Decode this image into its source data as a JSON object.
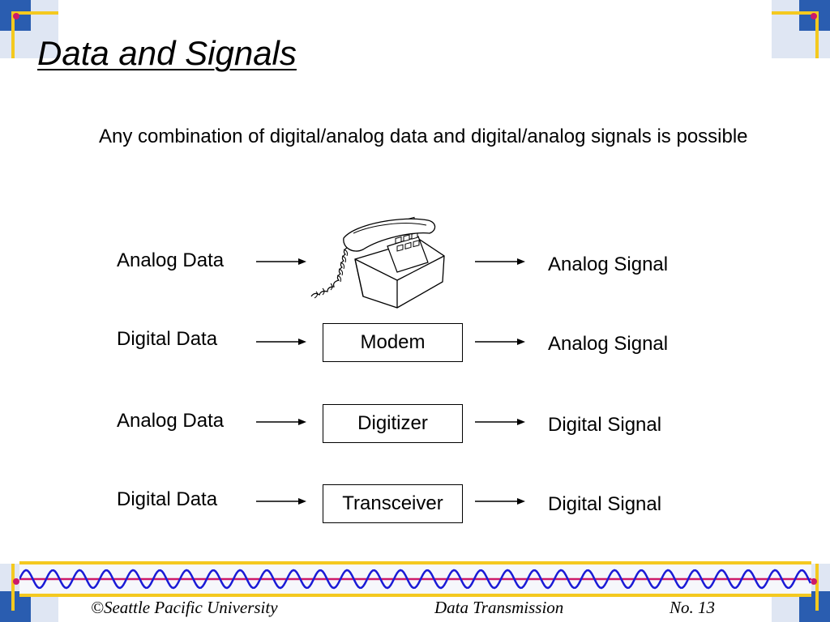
{
  "slide": {
    "title": "Data and Signals",
    "intro": "Any combination of digital/analog data and digital/analog signals is possible"
  },
  "diagram": {
    "rows": [
      {
        "input": "Analog Data",
        "device": "",
        "device_icon": "telephone-icon",
        "output": "Analog Signal"
      },
      {
        "input": "Digital Data",
        "device": "Modem",
        "output": "Analog Signal"
      },
      {
        "input": "Analog Data",
        "device": "Digitizer",
        "output": "Digital Signal"
      },
      {
        "input": "Digital Data",
        "device": "Transceiver",
        "output": "Digital Signal"
      }
    ]
  },
  "footer": {
    "copyright": "©Seattle Pacific University",
    "course": "Data Transmission",
    "slide_number": "No. 13"
  },
  "colors": {
    "accent_blue": "#2a5db0",
    "accent_yellow": "#f4c91f",
    "wave_blue": "#1a1ad6",
    "wave_red": "#cc1a6a"
  }
}
